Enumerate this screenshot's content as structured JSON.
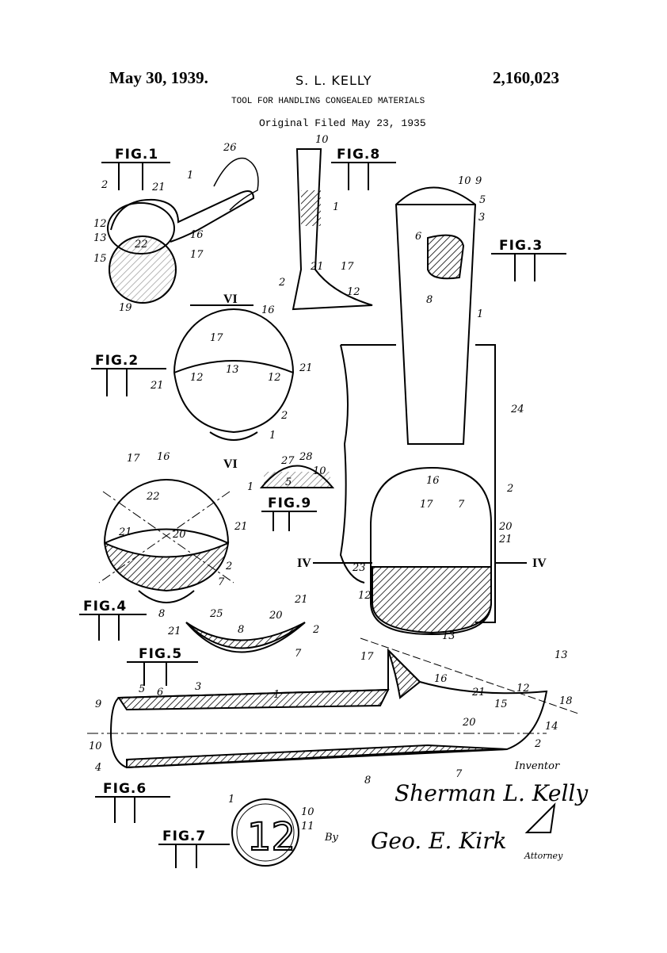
{
  "header": {
    "date": "May 30, 1939.",
    "inventor": "S. L. KELLY",
    "patent_number": "2,160,023",
    "title": "TOOL FOR HANDLING CONGEALED MATERIALS",
    "filed": "Original Filed May 23, 1935"
  },
  "figures": {
    "fig1": "FIG.1",
    "fig2": "FIG.2",
    "fig3": "FIG.3",
    "fig4": "FIG.4",
    "fig5": "FIG.5",
    "fig6": "FIG.6",
    "fig7": "FIG.7",
    "fig8": "FIG.8"
  },
  "section_marks": {
    "vi": "VI",
    "iv": "IV"
  },
  "numerals": {
    "fig1": [
      "26",
      "21",
      "2",
      "12",
      "13",
      "15",
      "22",
      "16",
      "17",
      "19",
      "1"
    ],
    "fig8": [
      "10",
      "1",
      "2",
      "21",
      "17",
      "12"
    ],
    "fig3": [
      "10",
      "9",
      "5",
      "3",
      "6",
      "8",
      "1",
      "24",
      "16",
      "17",
      "7",
      "2",
      "20",
      "21",
      "23",
      "12",
      "13"
    ],
    "fig2": [
      "16",
      "17",
      "12",
      "13",
      "12",
      "21",
      "21",
      "2",
      "1"
    ],
    "fig9": [
      "27",
      "28",
      "10",
      "5",
      "1"
    ],
    "fig4": [
      "17",
      "16",
      "22",
      "21",
      "20",
      "21",
      "2",
      "7",
      "8"
    ],
    "fig5": [
      "21",
      "25",
      "8",
      "20",
      "2",
      "21",
      "7"
    ],
    "fig6": [
      "9",
      "5",
      "6",
      "3",
      "1",
      "17",
      "16",
      "21",
      "12",
      "13",
      "15",
      "20",
      "18",
      "14",
      "2",
      "10",
      "4",
      "8",
      "7"
    ],
    "fig7": [
      "1",
      "12",
      "10",
      "11"
    ]
  },
  "fig9_label": "FIG.9",
  "signatures": {
    "inventor_label": "Inventor",
    "inventor_signature": "Sherman L. Kelly",
    "by": "By",
    "attorney_signature": "Geo. E. Kirk",
    "attorney_label": "Attorney"
  },
  "coin_number": "12"
}
